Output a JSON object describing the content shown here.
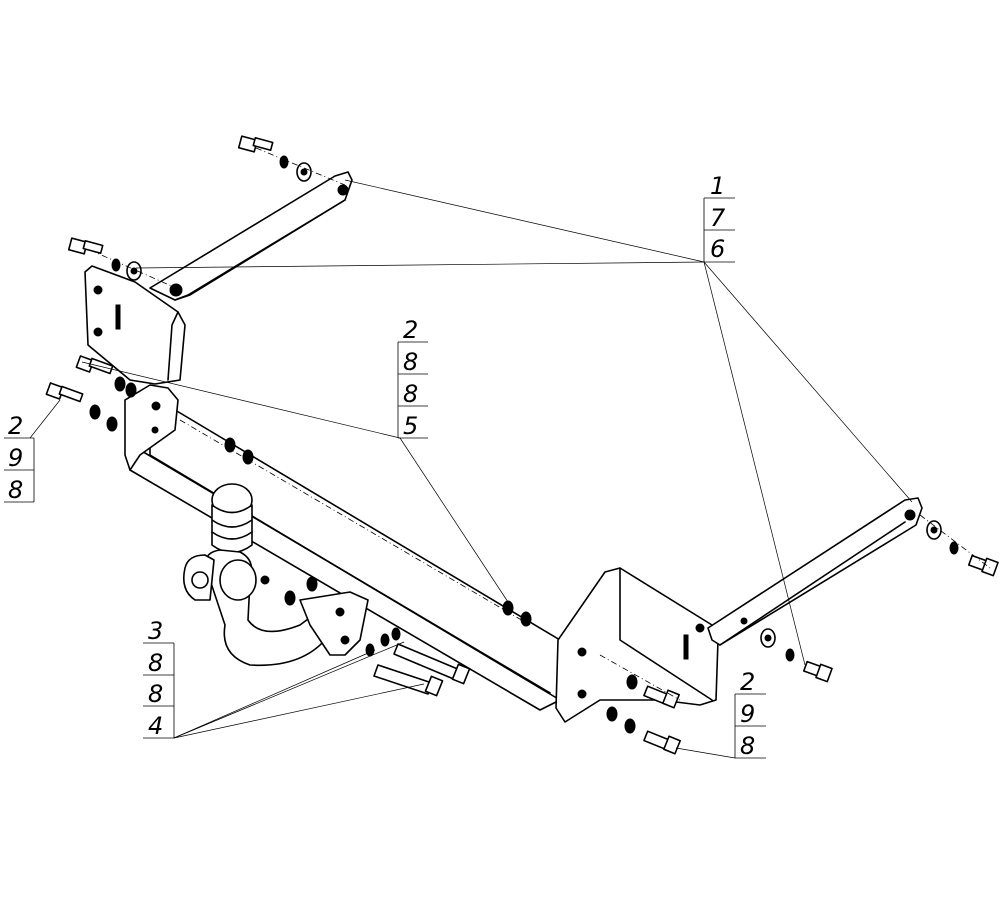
{
  "callouts": [
    {
      "id": "top-right",
      "items": [
        "1",
        "7",
        "6"
      ]
    },
    {
      "id": "mid",
      "items": [
        "2",
        "8",
        "8",
        "5"
      ]
    },
    {
      "id": "left",
      "items": [
        "2",
        "9",
        "8"
      ]
    },
    {
      "id": "bottom-left",
      "items": [
        "3",
        "8",
        "8",
        "4"
      ]
    },
    {
      "id": "bottom-right",
      "items": [
        "2",
        "9",
        "8"
      ]
    }
  ]
}
